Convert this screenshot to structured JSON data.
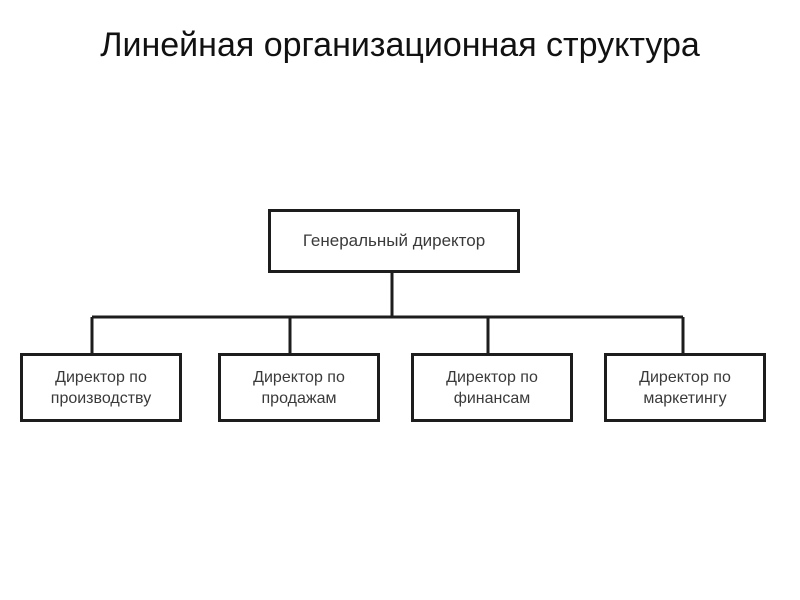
{
  "document": {
    "title_line1": "Линейная организационная",
    "title_line2": "структура",
    "title_full": "Линейная организационная структура",
    "background_color": "#ffffff",
    "line_color": "#1d1d1d",
    "text_color": "#3a3a3a",
    "title_color": "#111111"
  },
  "chart_data": {
    "type": "diagram",
    "diagram_type": "organizational-chart",
    "title": "Линейная организационная структура",
    "orientation": "top-down",
    "levels": 2,
    "root": {
      "id": "ceo",
      "label": "Генеральный директор"
    },
    "children": [
      {
        "id": "production",
        "label_line1": "Директор по",
        "label_line2": "производству",
        "label": "Директор по производству"
      },
      {
        "id": "sales",
        "label_line1": "Директор по",
        "label_line2": "продажам",
        "label": "Директор по продажам"
      },
      {
        "id": "finance",
        "label_line1": "Директор по",
        "label_line2": "финансам",
        "label": "Директор по финансам"
      },
      {
        "id": "marketing",
        "label_line1": "Директор по",
        "label_line2": "маркетингу",
        "label": "Директор по маркетингу"
      }
    ],
    "edges": [
      {
        "from": "ceo",
        "to": "production"
      },
      {
        "from": "ceo",
        "to": "sales"
      },
      {
        "from": "ceo",
        "to": "finance"
      },
      {
        "from": "ceo",
        "to": "marketing"
      }
    ]
  }
}
